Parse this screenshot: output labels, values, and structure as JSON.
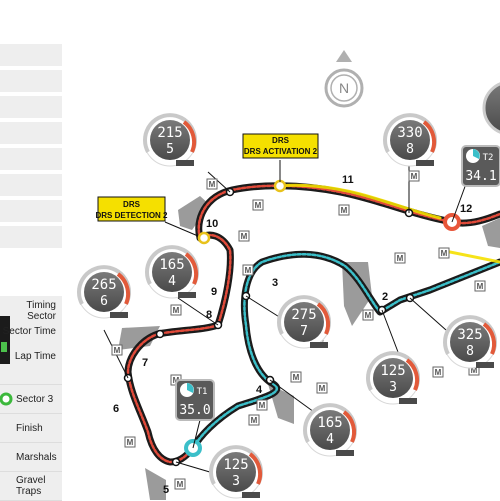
{
  "legend": {
    "timing_sector": "Timing Sector",
    "sector_time": "Sector Time",
    "lap_time": "Lap Time",
    "sector3": "Sector 3",
    "finish": "Finish",
    "marshals": "Marshals",
    "gravel_traps": "Gravel Traps",
    "colors": {
      "sector1": "#e8c21b",
      "sector2": "#3bbfc9",
      "sector3": "#4cc14c",
      "drs": "#f5e000"
    }
  },
  "compass": {
    "label": "N",
    "icon": "compass-icon"
  },
  "drs": {
    "activation": "DRS ACTIVATION 2",
    "detection": "DRS DETECTION 2"
  },
  "turns": [
    "2",
    "3",
    "4",
    "5",
    "6",
    "7",
    "8",
    "9",
    "10",
    "11",
    "12"
  ],
  "marshal_label": "M",
  "gauges": [
    {
      "name": "gauge-turn-10",
      "speed": "215",
      "gear": "5"
    },
    {
      "name": "gauge-turn-9",
      "speed": "165",
      "gear": "4"
    },
    {
      "name": "gauge-turn-7",
      "speed": "265",
      "gear": "6"
    },
    {
      "name": "gauge-turn-3",
      "speed": "275",
      "gear": "7"
    },
    {
      "name": "gauge-turn-11",
      "speed": "330",
      "gear": "8"
    },
    {
      "name": "gauge-turn-2",
      "speed": "125",
      "gear": "3"
    },
    {
      "name": "gauge-right",
      "speed": "325",
      "gear": "8"
    },
    {
      "name": "gauge-turn-4",
      "speed": "165",
      "gear": "4"
    },
    {
      "name": "gauge-turn-5",
      "speed": "125",
      "gear": "3"
    }
  ],
  "timing": [
    {
      "name": "timing-t1",
      "sector": "T1",
      "value": "35.0"
    },
    {
      "name": "timing-t2",
      "sector": "T2",
      "value": "34.1"
    }
  ]
}
